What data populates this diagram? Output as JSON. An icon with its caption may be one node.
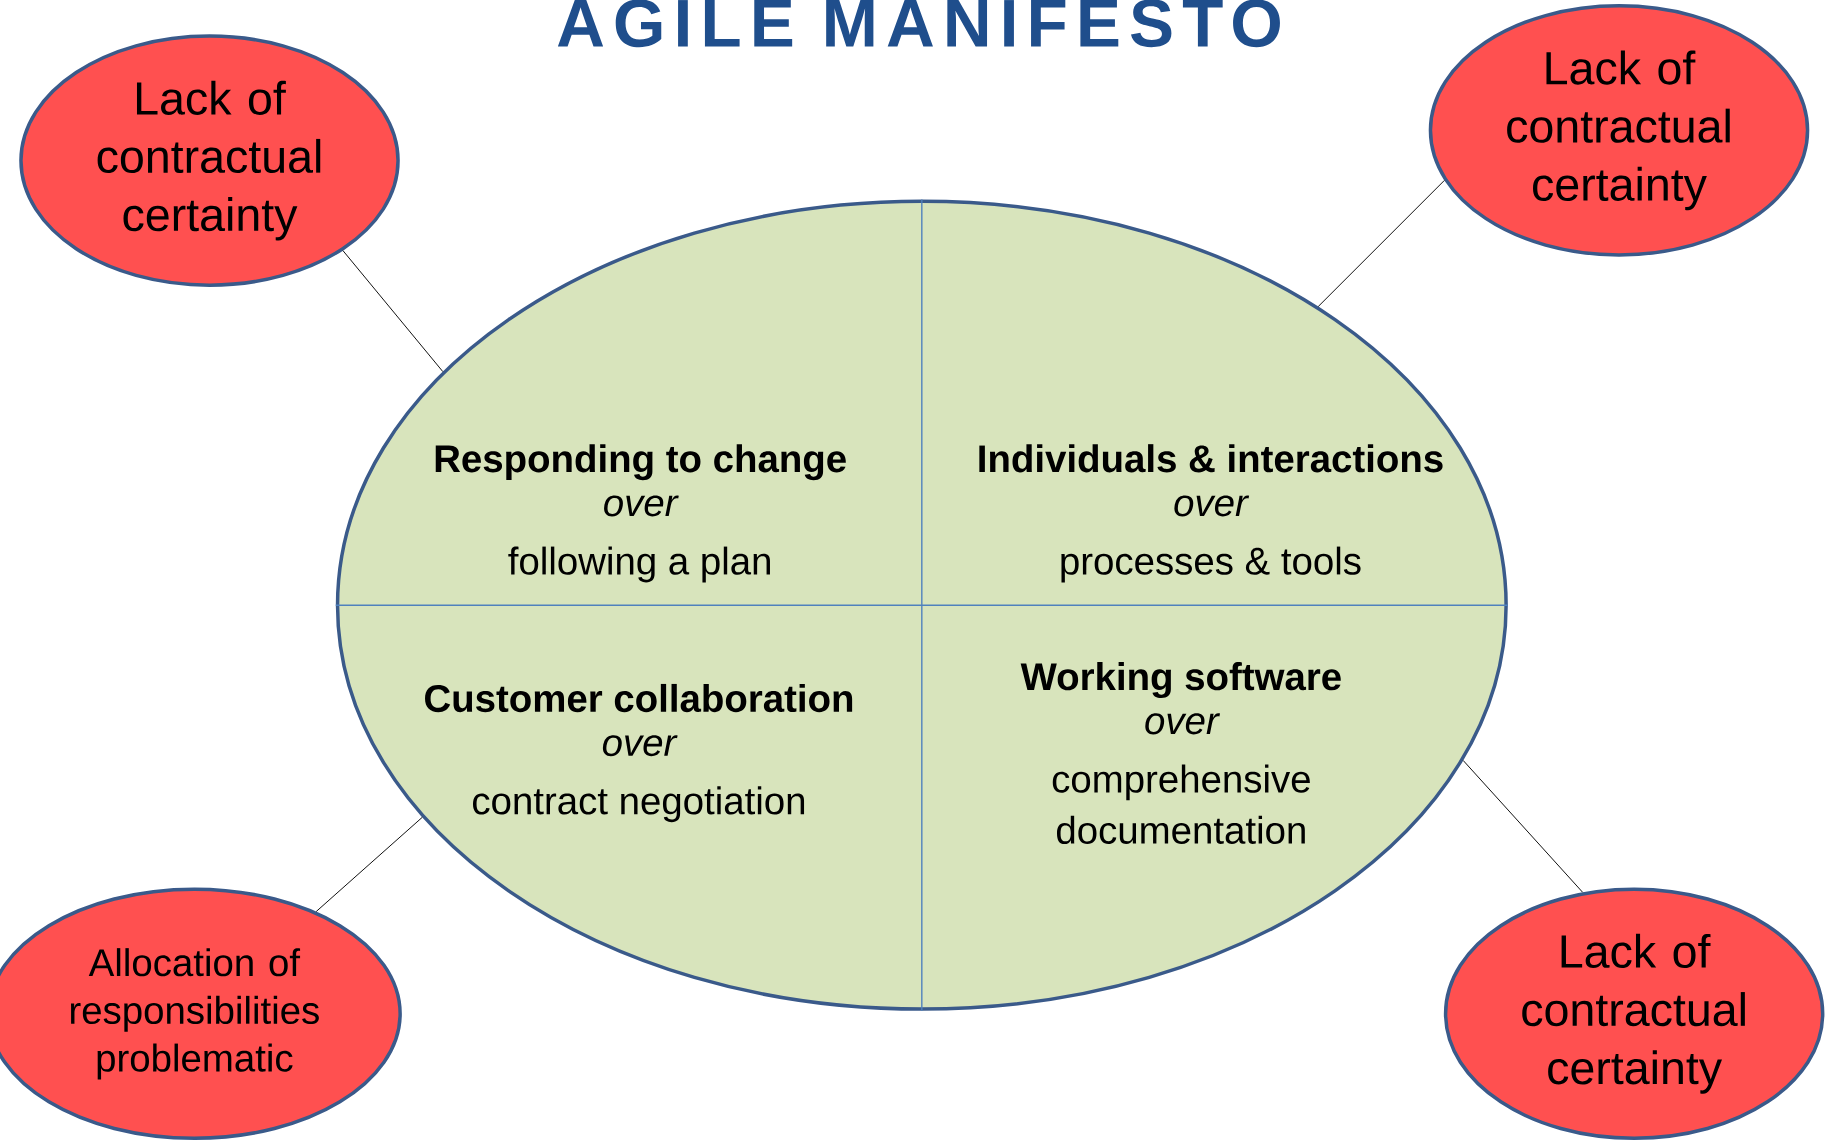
{
  "diagram": {
    "title": "AGILE MANIFESTO",
    "nodes": [
      {
        "text": [
          "Lack of contractual certainty"
        ]
      },
      {
        "text": [
          "Lack of contractual certainty"
        ]
      },
      {
        "text": [],
        "shape": "ellipse"
      },
      {
        "text": [
          "Responding to change",
          "over",
          "following a plan"
        ],
        "in": 2
      },
      {
        "text": [
          "Individuals & interactions",
          "over",
          "processes & tools"
        ],
        "in": 2
      },
      {
        "text": [
          "Customer collaboration",
          "over",
          "contract negotiation"
        ],
        "in": 2
      },
      {
        "text": [
          "Working software",
          "over",
          "comprehensive documentation"
        ],
        "in": 2
      },
      {
        "text": [
          "Allocation of responsibilities problematic"
        ]
      },
      {
        "text": [
          "Lack of contractual certainty"
        ]
      }
    ],
    "edges": [
      {
        "from": 0,
        "to": 2,
        "arrow": "none"
      },
      {
        "from": 1,
        "to": 2,
        "arrow": "none"
      },
      {
        "from": 7,
        "to": 2,
        "arrow": "none"
      },
      {
        "from": 8,
        "to": 2,
        "arrow": "none"
      }
    ]
  }
}
